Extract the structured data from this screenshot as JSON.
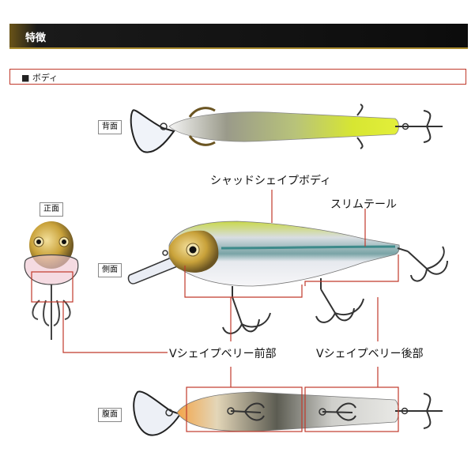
{
  "header": {
    "title": "特徴"
  },
  "section": {
    "label": "■ ボディ"
  },
  "views": {
    "top": "背面",
    "front": "正面",
    "side": "側面",
    "belly": "腹面"
  },
  "callouts": {
    "shad_shape_body": "シャッドシェイプボディ",
    "slim_tail": "スリムテール",
    "v_belly_front": "Vシェイプベリー前部",
    "v_belly_rear": "Vシェイプベリー後部"
  },
  "colors": {
    "accent_line": "#c0392b",
    "header_bg": "#0c0c0c",
    "header_gold": "#a88a2e",
    "chartreuse": "#d7e632",
    "gold_head": "#c9a23a"
  }
}
